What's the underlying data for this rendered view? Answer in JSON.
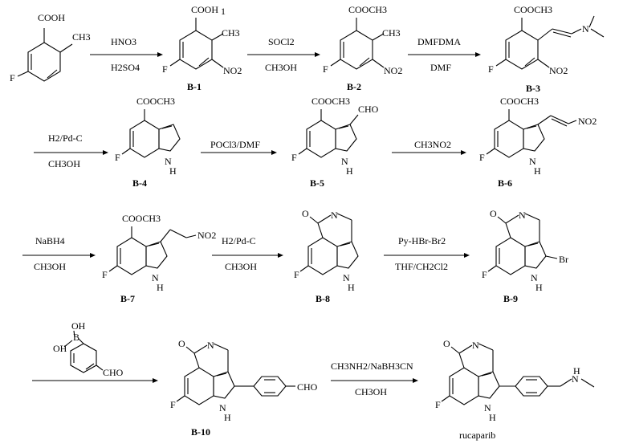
{
  "compounds": {
    "b1": "B-1",
    "b2": "B-2",
    "b3": "B-3",
    "b4": "B-4",
    "b5": "B-5",
    "b6": "B-6",
    "b7": "B-7",
    "b8": "B-8",
    "b9": "B-9",
    "b10": "B-10",
    "final": "rucaparib"
  },
  "reagents": {
    "r1_top": "HNO3",
    "r1_bot": "H2SO4",
    "r2_top": "SOCl2",
    "r2_bot": "CH3OH",
    "r3_top": "DMFDMA",
    "r3_bot": "DMF",
    "r4_top": "H2/Pd-C",
    "r4_bot": "CH3OH",
    "r5_top": "POCl3/DMF",
    "r6_top": "CH3NO2",
    "r7_top": "NaBH4",
    "r7_bot": "CH3OH",
    "r8_top": "H2/Pd-C",
    "r8_bot": "CH3OH",
    "r9_top": "Py-HBr-Br2",
    "r9_bot": "THF/CH2Cl2",
    "r11_top": "CH3NH2/NaBH3CN",
    "r11_bot": "CH3OH"
  },
  "groups": {
    "cooh": "COOH",
    "cooch3": "COOCH3",
    "ch3": "CH3",
    "no2": "NO2",
    "f": "F",
    "cho": "CHO",
    "nh": "N",
    "h": "H",
    "o": "O",
    "br": "Br",
    "oh": "OH",
    "b": "B",
    "marker": "1"
  }
}
